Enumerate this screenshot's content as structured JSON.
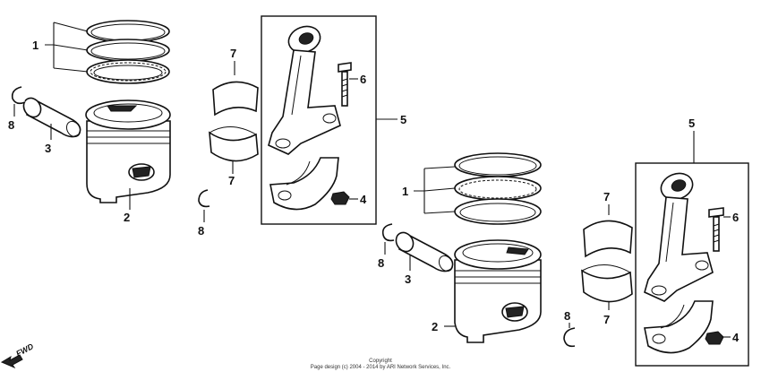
{
  "labels": {
    "rings": "1",
    "piston": "2",
    "pin": "3",
    "nut": "4",
    "rod": "5",
    "bolt": "6",
    "bearing": "7",
    "clip": "8"
  },
  "fwd": "FWD",
  "copyright": {
    "line1": "Copyright",
    "line2": "Page design (c) 2004 - 2014 by ARI Network Services, Inc."
  }
}
